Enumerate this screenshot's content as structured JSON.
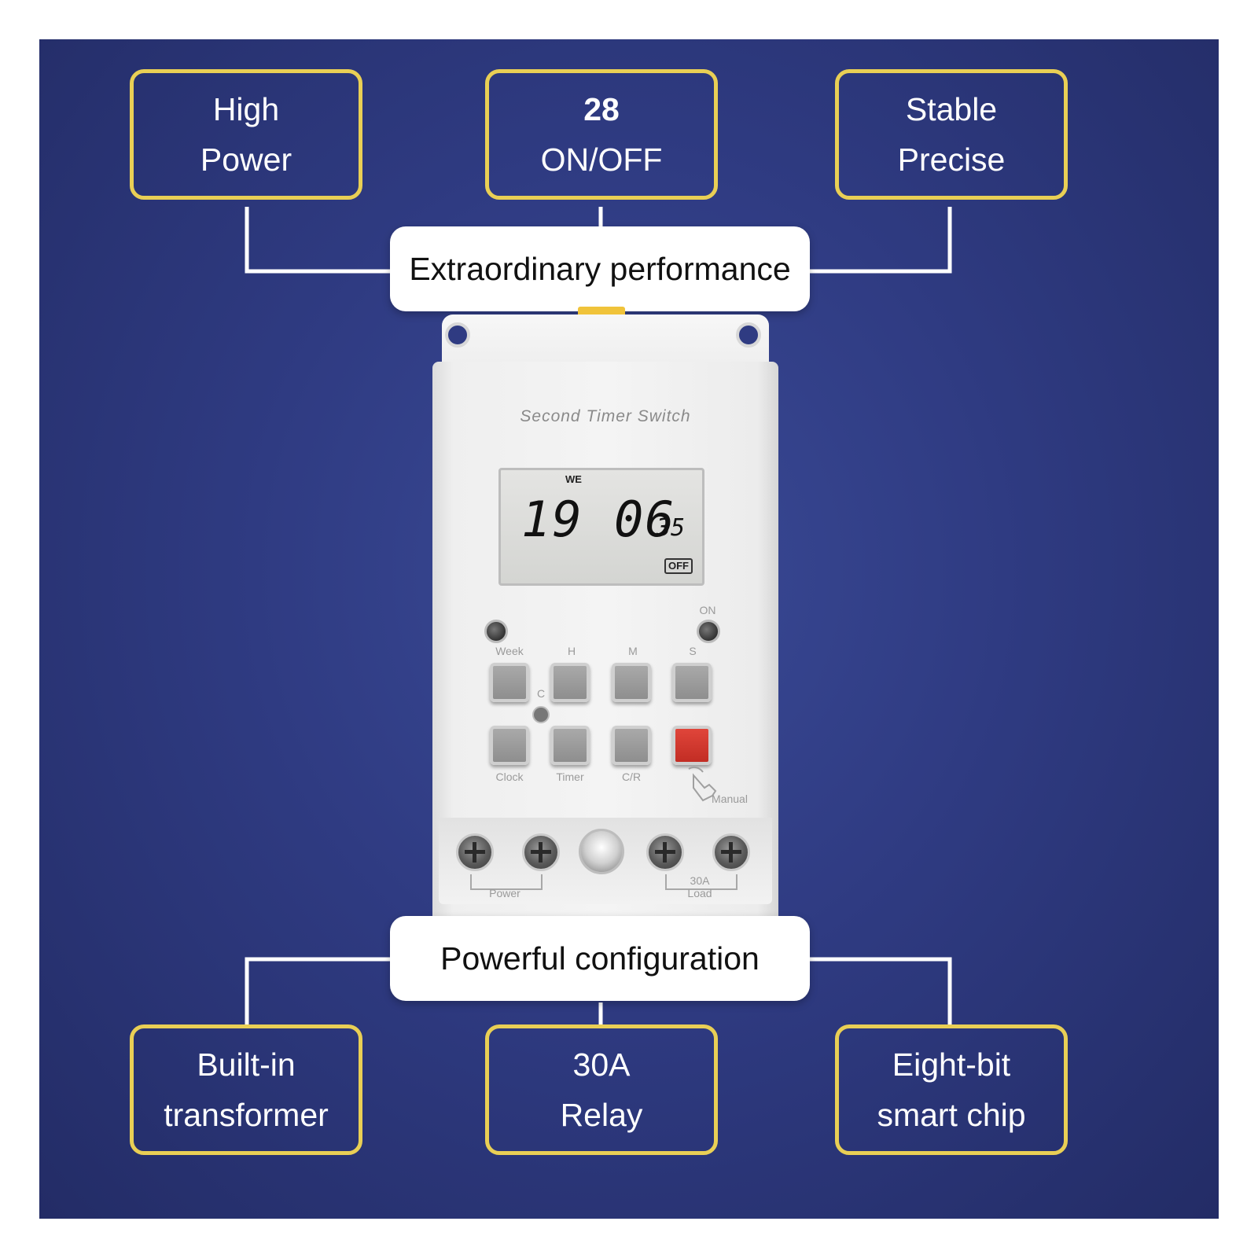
{
  "colors": {
    "background": "#2f3b82",
    "box_border": "#e9cf55",
    "connector": "#ffffff",
    "manual_button": "#d03a30"
  },
  "top_features": [
    {
      "line1": "High",
      "line2": "Power"
    },
    {
      "line1": "28",
      "line2": "ON/OFF"
    },
    {
      "line1": "Stable",
      "line2": "Precise"
    }
  ],
  "top_pill": "Extraordinary performance",
  "bottom_pill": "Powerful configuration",
  "bottom_features": [
    {
      "line1": "Built-in",
      "line2": "transformer"
    },
    {
      "line1": "30A",
      "line2": "Relay"
    },
    {
      "line1": "Eight-bit",
      "line2": "smart chip"
    }
  ],
  "device": {
    "brand": "Second Timer Switch",
    "lcd": {
      "day": "WE",
      "time": "19 06",
      "seconds": "35",
      "state": "OFF"
    },
    "on_indicator_label": "ON",
    "top_key_labels": [
      "Week",
      "H",
      "M",
      "S"
    ],
    "reset_label": "C",
    "bottom_key_labels": [
      "Clock",
      "Timer",
      "C/R"
    ],
    "manual_label": "Manual",
    "power_label": "Power",
    "load_label_amps": "30A",
    "load_label": "Load"
  }
}
